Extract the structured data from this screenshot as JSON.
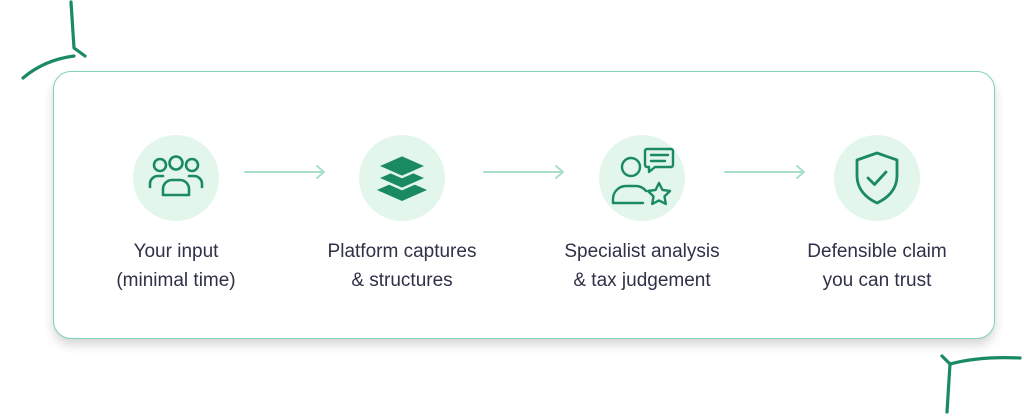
{
  "colors": {
    "accent": "#1a8a63",
    "card_border": "#7ed3b0",
    "icon_bg": "#e3f6ec",
    "arrow": "#a8dfc6",
    "text": "#2e3147"
  },
  "steps": [
    {
      "icon": "users-icon",
      "label_line1": "Your input",
      "label_line2": "(minimal time)"
    },
    {
      "icon": "layers-icon",
      "label_line1": "Platform captures",
      "label_line2": "& structures"
    },
    {
      "icon": "specialist-icon",
      "label_line1": "Specialist analysis",
      "label_line2": "& tax judgement"
    },
    {
      "icon": "shield-check-icon",
      "label_line1": "Defensible claim",
      "label_line2": "you can trust"
    }
  ]
}
